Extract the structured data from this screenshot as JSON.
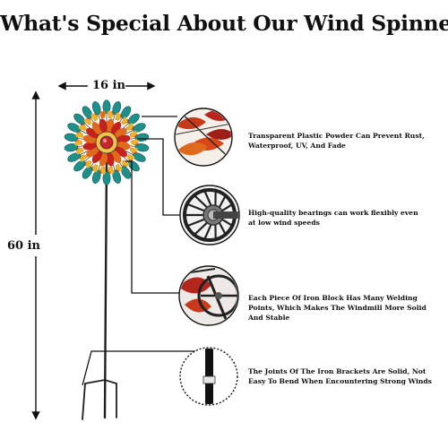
{
  "title": "What's Special About Our Wind Spinner",
  "dimensions": {
    "width_label": "16 in",
    "height_label": "60 in"
  },
  "features": [
    {
      "text": "Transparent Plastic Powder Can Prevent Rust, Waterproof, UV, And Fade",
      "icon": "painted-petals-closeup"
    },
    {
      "text": "High-quality bearings can work flexibly even at low wind speeds",
      "icon": "bearing-closeup"
    },
    {
      "text": "Each Piece Of Iron Block Has Many Welding Points, Which Makes The Windmill More Solid And Stable",
      "icon": "welding-closeup"
    },
    {
      "text": "The Joints Of The Iron Brackets Are Solid, Not Easy To Bend When Encountering Strong Winds",
      "icon": "bracket-joint-closeup"
    }
  ],
  "colors": {
    "petal_teal": "#1f8f8a",
    "petal_orange": "#e06a1b",
    "petal_red": "#c4221d",
    "petal_yellow": "#e8b531",
    "metal": "#222222"
  }
}
